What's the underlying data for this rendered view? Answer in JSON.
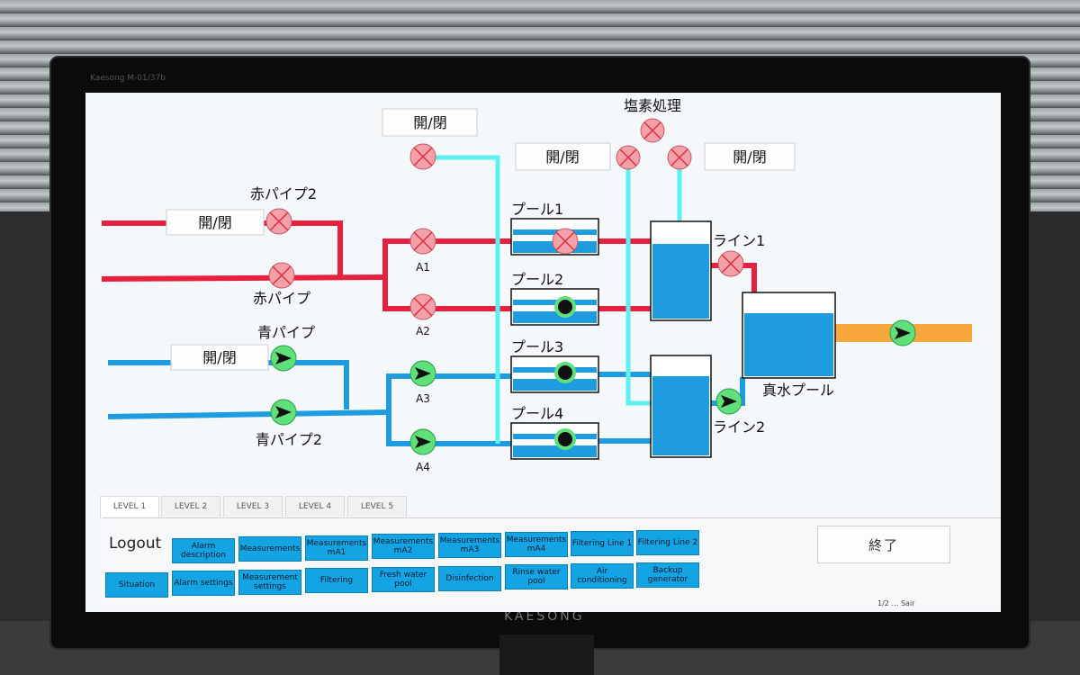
{
  "monitor": {
    "model": "Kaesong M-01/37b",
    "brand": "KAESONG"
  },
  "labels": {
    "red_pipe_2": "赤パイプ2",
    "red_pipe": "赤パイプ",
    "blue_pipe": "青パイプ",
    "blue_pipe_2": "青パイプ2",
    "chlorine": "塩素処理",
    "pool1": "プール1",
    "pool2": "プール2",
    "pool3": "プール3",
    "pool4": "プール4",
    "line1": "ライン1",
    "line2": "ライン2",
    "fresh_pool": "真水プール",
    "a1": "A1",
    "a2": "A2",
    "a3": "A3",
    "a4": "A4",
    "open_close": "開/閉"
  },
  "tabs": [
    "LEVEL 1",
    "LEVEL 2",
    "LEVEL 3",
    "LEVEL 4",
    "LEVEL 5"
  ],
  "panel": {
    "logout": "Logout",
    "exit": "終了",
    "row1": [
      "Alarm description",
      "Measurements",
      "Measurements mA1",
      "Measurements mA2",
      "Measurements mA3",
      "Measurements mA4",
      "Filtering Line 1",
      "Filtering Line 2"
    ],
    "row2": [
      "Situation",
      "Alarm settings",
      "Measurement settings",
      "Filtering",
      "Fresh water pool",
      "Disinfection",
      "Rinse water pool",
      "Air conditioning",
      "Backup generator"
    ]
  },
  "colors": {
    "red_pipe": "#e8203f",
    "blue_pipe": "#1f9be0",
    "cyan_pipe": "#5ff0f2",
    "orange_pipe": "#f7a63b",
    "valve_closed": "#f4a0a8",
    "valve_open": "#5fe07a",
    "button": "#14a3e3"
  },
  "footer": {
    "small_text": "1/2 … Sair"
  }
}
